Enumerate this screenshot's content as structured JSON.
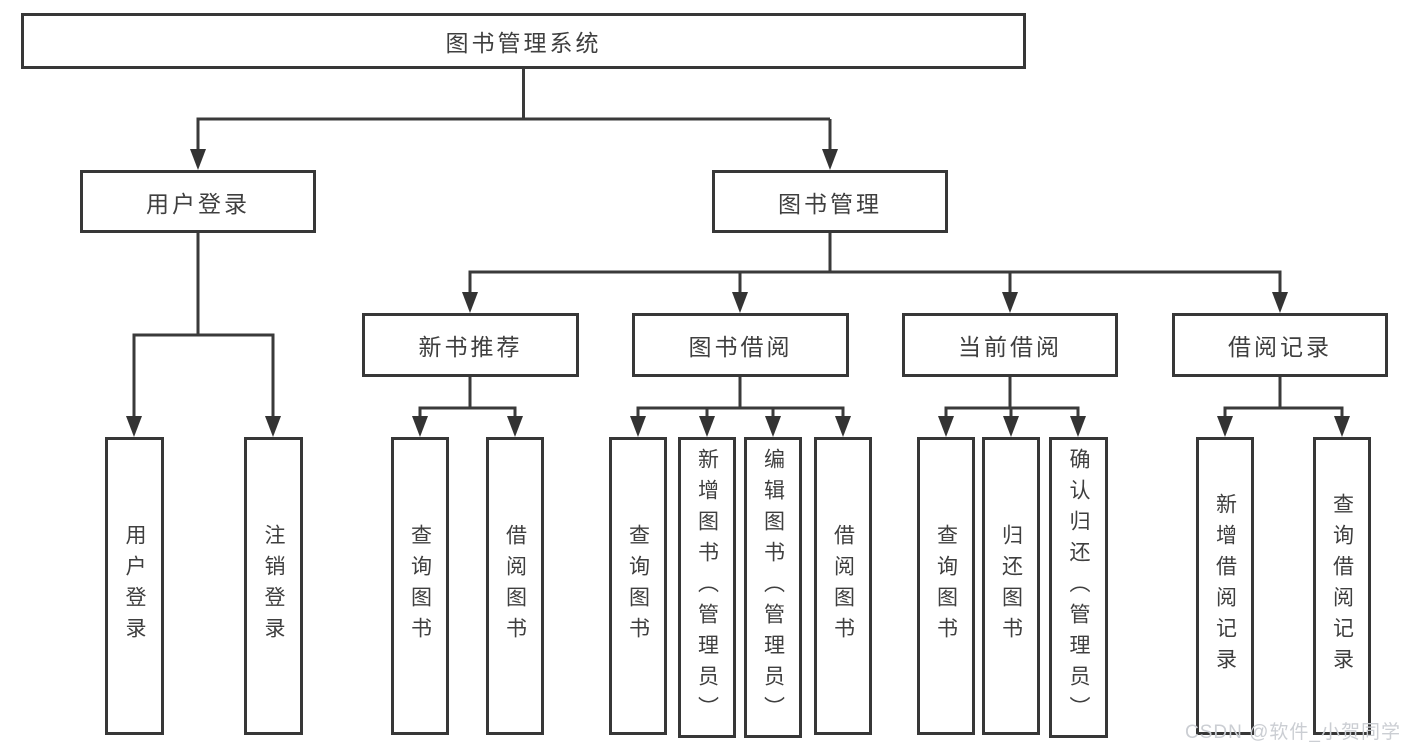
{
  "diagram": {
    "root": {
      "label": "图书管理系统"
    },
    "branches": [
      {
        "label": "用户登录",
        "children": [
          {
            "label": "用户登录"
          },
          {
            "label": "注销登录"
          }
        ]
      },
      {
        "label": "图书管理",
        "children": [
          {
            "label": "新书推荐",
            "children": [
              {
                "label": "查询图书"
              },
              {
                "label": "借阅图书"
              }
            ]
          },
          {
            "label": "图书借阅",
            "children": [
              {
                "label": "查询图书"
              },
              {
                "label": "新增图书（管理员）"
              },
              {
                "label": "编辑图书（管理员）"
              },
              {
                "label": "借阅图书"
              }
            ]
          },
          {
            "label": "当前借阅",
            "children": [
              {
                "label": "查询图书"
              },
              {
                "label": "归还图书"
              },
              {
                "label": "确认归还（管理员）"
              }
            ]
          },
          {
            "label": "借阅记录",
            "children": [
              {
                "label": "新增借阅记录"
              },
              {
                "label": "查询借阅记录"
              }
            ]
          }
        ]
      }
    ]
  },
  "watermark": {
    "text": "CSDN @软件_小贺同学"
  },
  "colors": {
    "line": "#3a3a3a",
    "border": "#373737",
    "text": "#3f3f3f",
    "watermark": "#cbced3",
    "background": "#ffffff"
  }
}
